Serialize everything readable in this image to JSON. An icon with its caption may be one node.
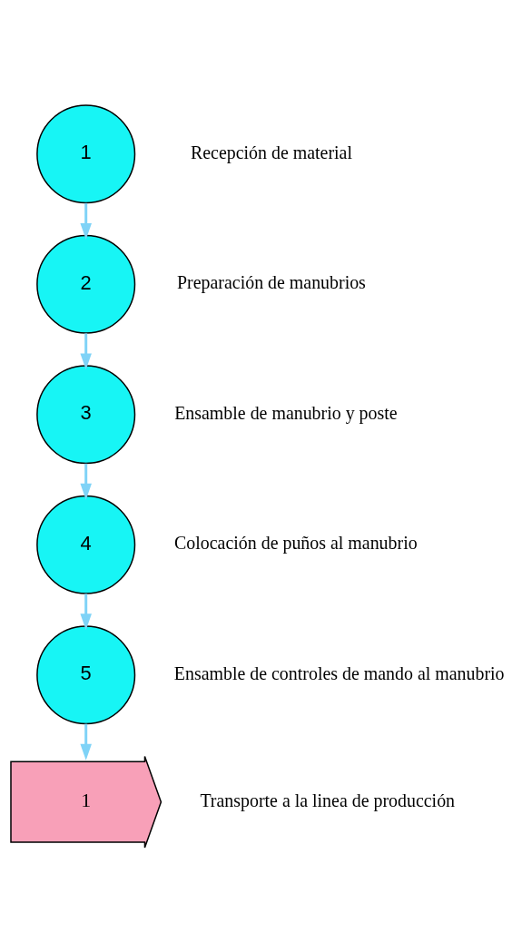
{
  "diagram": {
    "nodes": [
      {
        "text": [
          "1"
        ],
        "beside": [
          "Recepción de material"
        ]
      },
      {
        "text": [
          "2"
        ],
        "beside": [
          "Preparación de manubrios"
        ]
      },
      {
        "text": [
          "3"
        ],
        "beside": [
          "Ensamble de manubrio y poste"
        ]
      },
      {
        "text": [
          "4"
        ],
        "beside": [
          "Colocación de puños al manubrio"
        ]
      },
      {
        "text": [
          "5"
        ],
        "beside": [
          "Ensamble de controles de mando al manubrio"
        ]
      },
      {
        "text": [
          "1"
        ],
        "beside": [
          "Transporte a la linea de producción"
        ]
      }
    ],
    "edges": [
      {
        "from": 0,
        "to": 1,
        "arrow": "to"
      },
      {
        "from": 1,
        "to": 2,
        "arrow": "to"
      },
      {
        "from": 2,
        "to": 3,
        "arrow": "to"
      },
      {
        "from": 3,
        "to": 4,
        "arrow": "to"
      },
      {
        "from": 4,
        "to": 5,
        "arrow": "to"
      }
    ]
  }
}
